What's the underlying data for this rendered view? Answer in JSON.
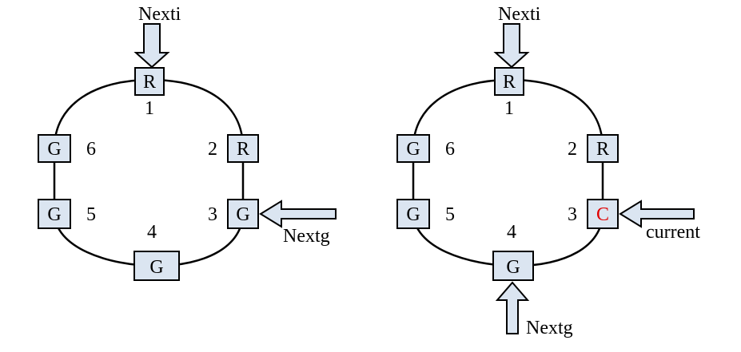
{
  "diagrams": [
    {
      "nodes": [
        {
          "pos": "1",
          "letter": "R"
        },
        {
          "pos": "2",
          "letter": "R"
        },
        {
          "pos": "3",
          "letter": "G"
        },
        {
          "pos": "4",
          "letter": "G"
        },
        {
          "pos": "5",
          "letter": "G"
        },
        {
          "pos": "6",
          "letter": "G"
        }
      ],
      "pointers": {
        "top": "Nexti",
        "side": "Nextg"
      }
    },
    {
      "nodes": [
        {
          "pos": "1",
          "letter": "R"
        },
        {
          "pos": "2",
          "letter": "R"
        },
        {
          "pos": "3",
          "letter": "C"
        },
        {
          "pos": "4",
          "letter": "G"
        },
        {
          "pos": "5",
          "letter": "G"
        },
        {
          "pos": "6",
          "letter": "G"
        }
      ],
      "pointers": {
        "top": "Nexti",
        "side": "current",
        "bottom": "Nextg"
      }
    }
  ],
  "colors": {
    "box_fill": "#dbe5f1",
    "highlight_text": "#e00000"
  }
}
